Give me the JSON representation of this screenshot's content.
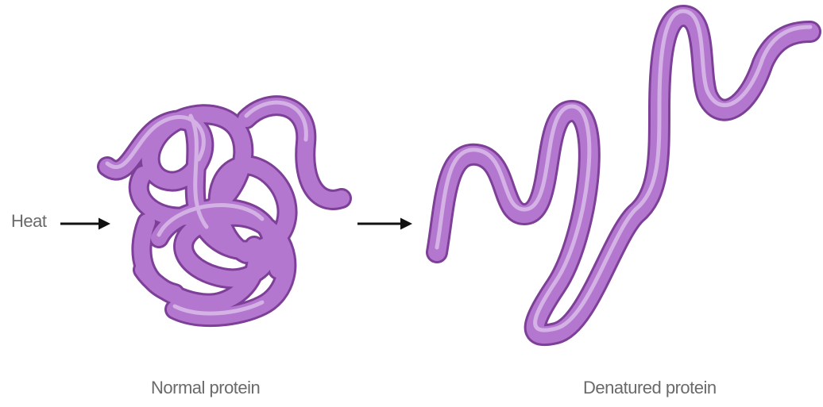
{
  "labels": {
    "heat": "Heat",
    "normal": "Normal protein",
    "denatured": "Denatured protein"
  },
  "colors": {
    "protein_fill": "#b477cf",
    "protein_shadow": "#7d3f97",
    "protein_highlight": "#dcc0ea",
    "arrow": "#111111",
    "text": "#6a6a6a"
  }
}
